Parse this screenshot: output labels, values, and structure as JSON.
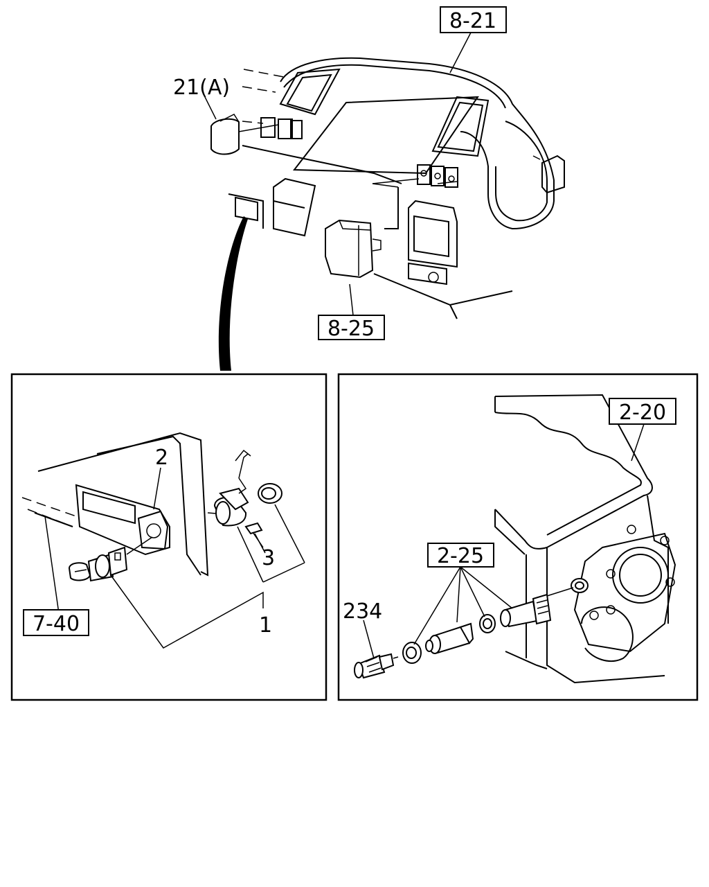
{
  "callouts": {
    "top_ref": "8-21",
    "left_ref": "21(A)",
    "switch_ref": "8-25",
    "left_panel_ref": "7-40",
    "right_top_ref": "2-20",
    "right_group_ref": "2-25"
  },
  "part_numbers": {
    "left_2": "2",
    "left_3": "3",
    "left_1": "1",
    "right_234": "234"
  },
  "icons": {
    "dashboard": "instrument-panel-illustration",
    "sensor": "speed-sensor-illustration",
    "transmission": "transmission-housing-illustration"
  }
}
